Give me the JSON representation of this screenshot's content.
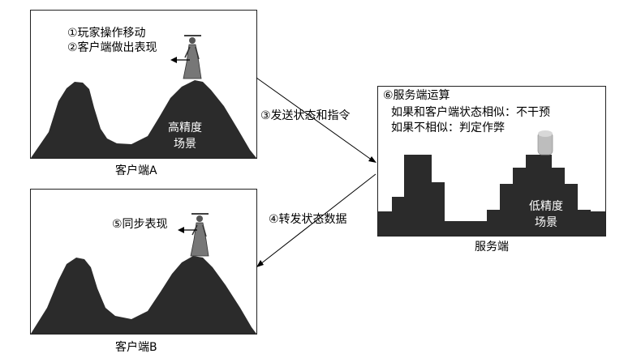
{
  "client_a": {
    "step1": "①玩家操作移动",
    "step2": "②客户端做出表现",
    "terrain_line1": "高精度",
    "terrain_line2": "场景",
    "caption": "客户端A"
  },
  "client_b": {
    "step5": "⑤同步表现",
    "caption": "客户端B"
  },
  "server": {
    "step6_title": "⑥服务端运算",
    "rule_similar": "如果和客户端状态相似：不干预",
    "rule_not_similar": "如果不相似：判定作弊",
    "terrain_line1": "低精度",
    "terrain_line2": "场景",
    "caption": "服务端"
  },
  "arrows": {
    "step3": "③发送状态和指令",
    "step4": "④转发状态数据"
  },
  "colors": {
    "terrain_fill": "#2b2b2b",
    "border": "#222222",
    "background": "#ffffff"
  }
}
